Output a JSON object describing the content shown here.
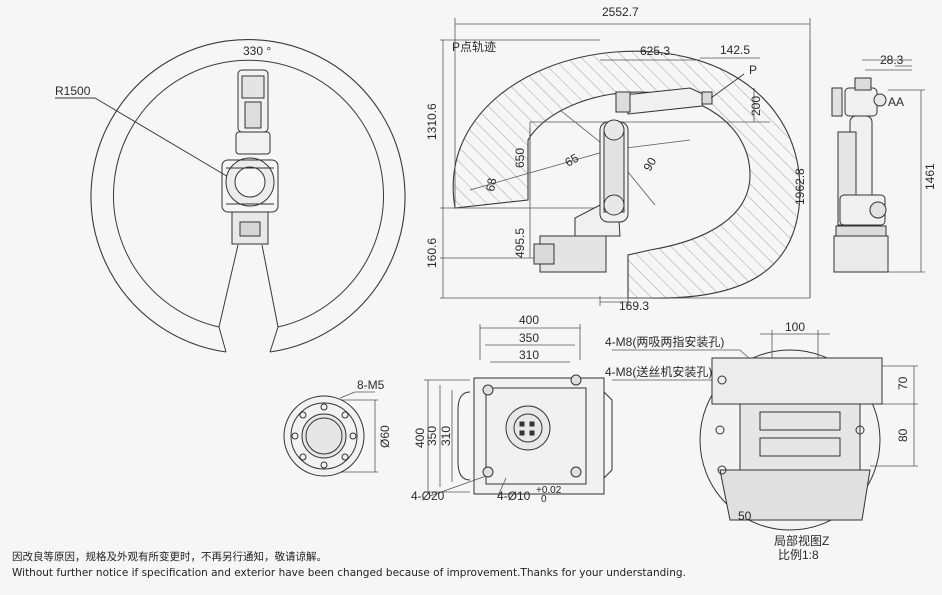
{
  "colors": {
    "background": "#f6f6f7",
    "line": "#3a3a3a",
    "hatch": "#8a8a8a"
  },
  "top_view": {
    "angle_label": "330 °",
    "radius_label": "R1500"
  },
  "side_view": {
    "width_label": "2552.7",
    "p_track_label": "P点轨迹",
    "dim_625": "625.3",
    "dim_142": "142.5",
    "p_point_label": "P",
    "dim_200": "200",
    "dim_1310": "1310.6",
    "dim_650": "650",
    "dim_65": "65",
    "dim_90": "90",
    "dim_68": "68",
    "dim_1962": "1962.8",
    "dim_495": "495.5",
    "dim_160": "160.6",
    "dim_169": "169.3"
  },
  "front_view": {
    "dim_28": "28.3",
    "aa_label": "AA",
    "height_label": "1461"
  },
  "flange_view": {
    "bolt_label": "8-M5",
    "dia_label": "Ø60"
  },
  "base_view": {
    "dim_400_w": "400",
    "dim_350_w": "350",
    "dim_310_w": "310",
    "dim_400_h": "400",
    "dim_350_h": "350",
    "dim_310_h": "310",
    "hole_20": "4-Ø20",
    "hole_10": "4-Ø10",
    "tol_upper": "+0.02",
    "tol_lower": "0"
  },
  "detail_view": {
    "callout_1": "4-M8(两吸两指安装孔)",
    "callout_2": "4-M8(送丝机安装孔)",
    "dim_100": "100",
    "dim_70": "70",
    "dim_80": "80",
    "dim_50": "50",
    "title": "局部视图Z",
    "scale": "比例1:8"
  },
  "notice": {
    "zh": "因改良等原因，规格及外观有所变更时，不再另行通知，敬请谅解。",
    "en": "Without further notice if specification and exterior have been changed because of improvement.Thanks for your understanding."
  }
}
